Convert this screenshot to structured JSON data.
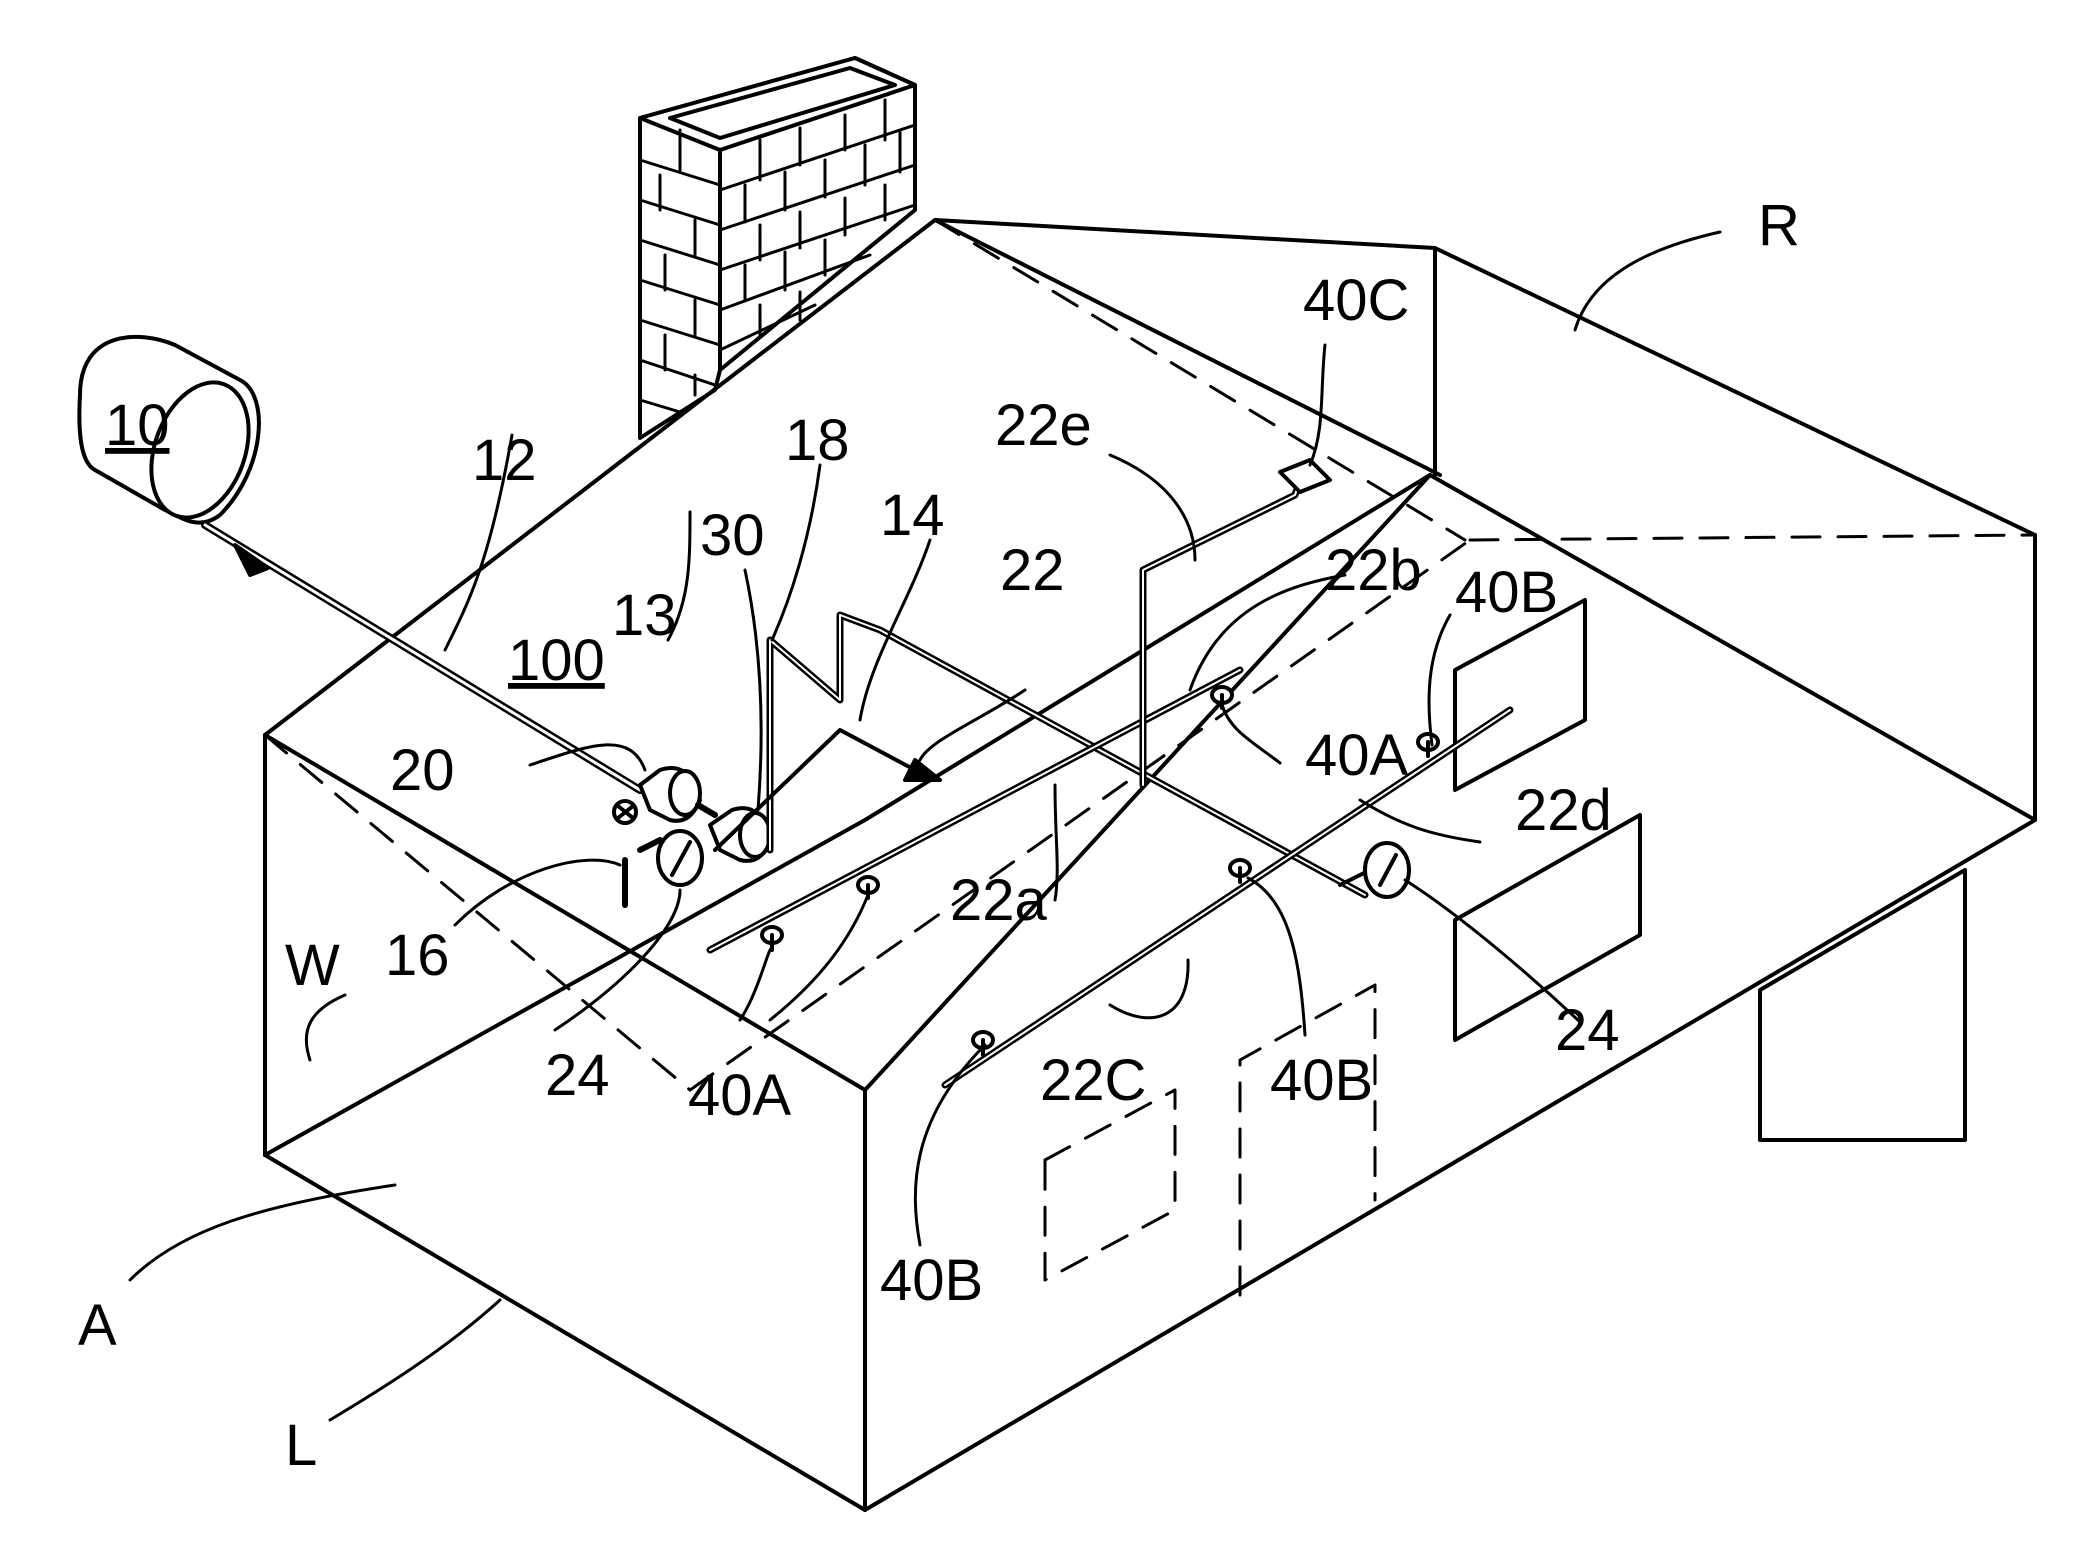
{
  "colors": {
    "ink": "#000000",
    "background": "#ffffff"
  },
  "labels": {
    "tank": "10",
    "system": "100",
    "roof_right": "R",
    "wall": "W",
    "attic": "A",
    "lower": "L",
    "l12": "12",
    "l13": "13",
    "l14": "14",
    "l16": "16",
    "l18": "18",
    "l20": "20",
    "l22": "22",
    "l22a": "22a",
    "l22b": "22b",
    "l22c": "22C",
    "l22d": "22d",
    "l22e": "22e",
    "l24_left": "24",
    "l24_right": "24",
    "l30": "30",
    "l40a_mid": "40A",
    "l40a_bottom": "40A",
    "l40b_top": "40B",
    "l40b_mid": "40B",
    "l40b_bottom": "40B",
    "l40c": "40C"
  }
}
